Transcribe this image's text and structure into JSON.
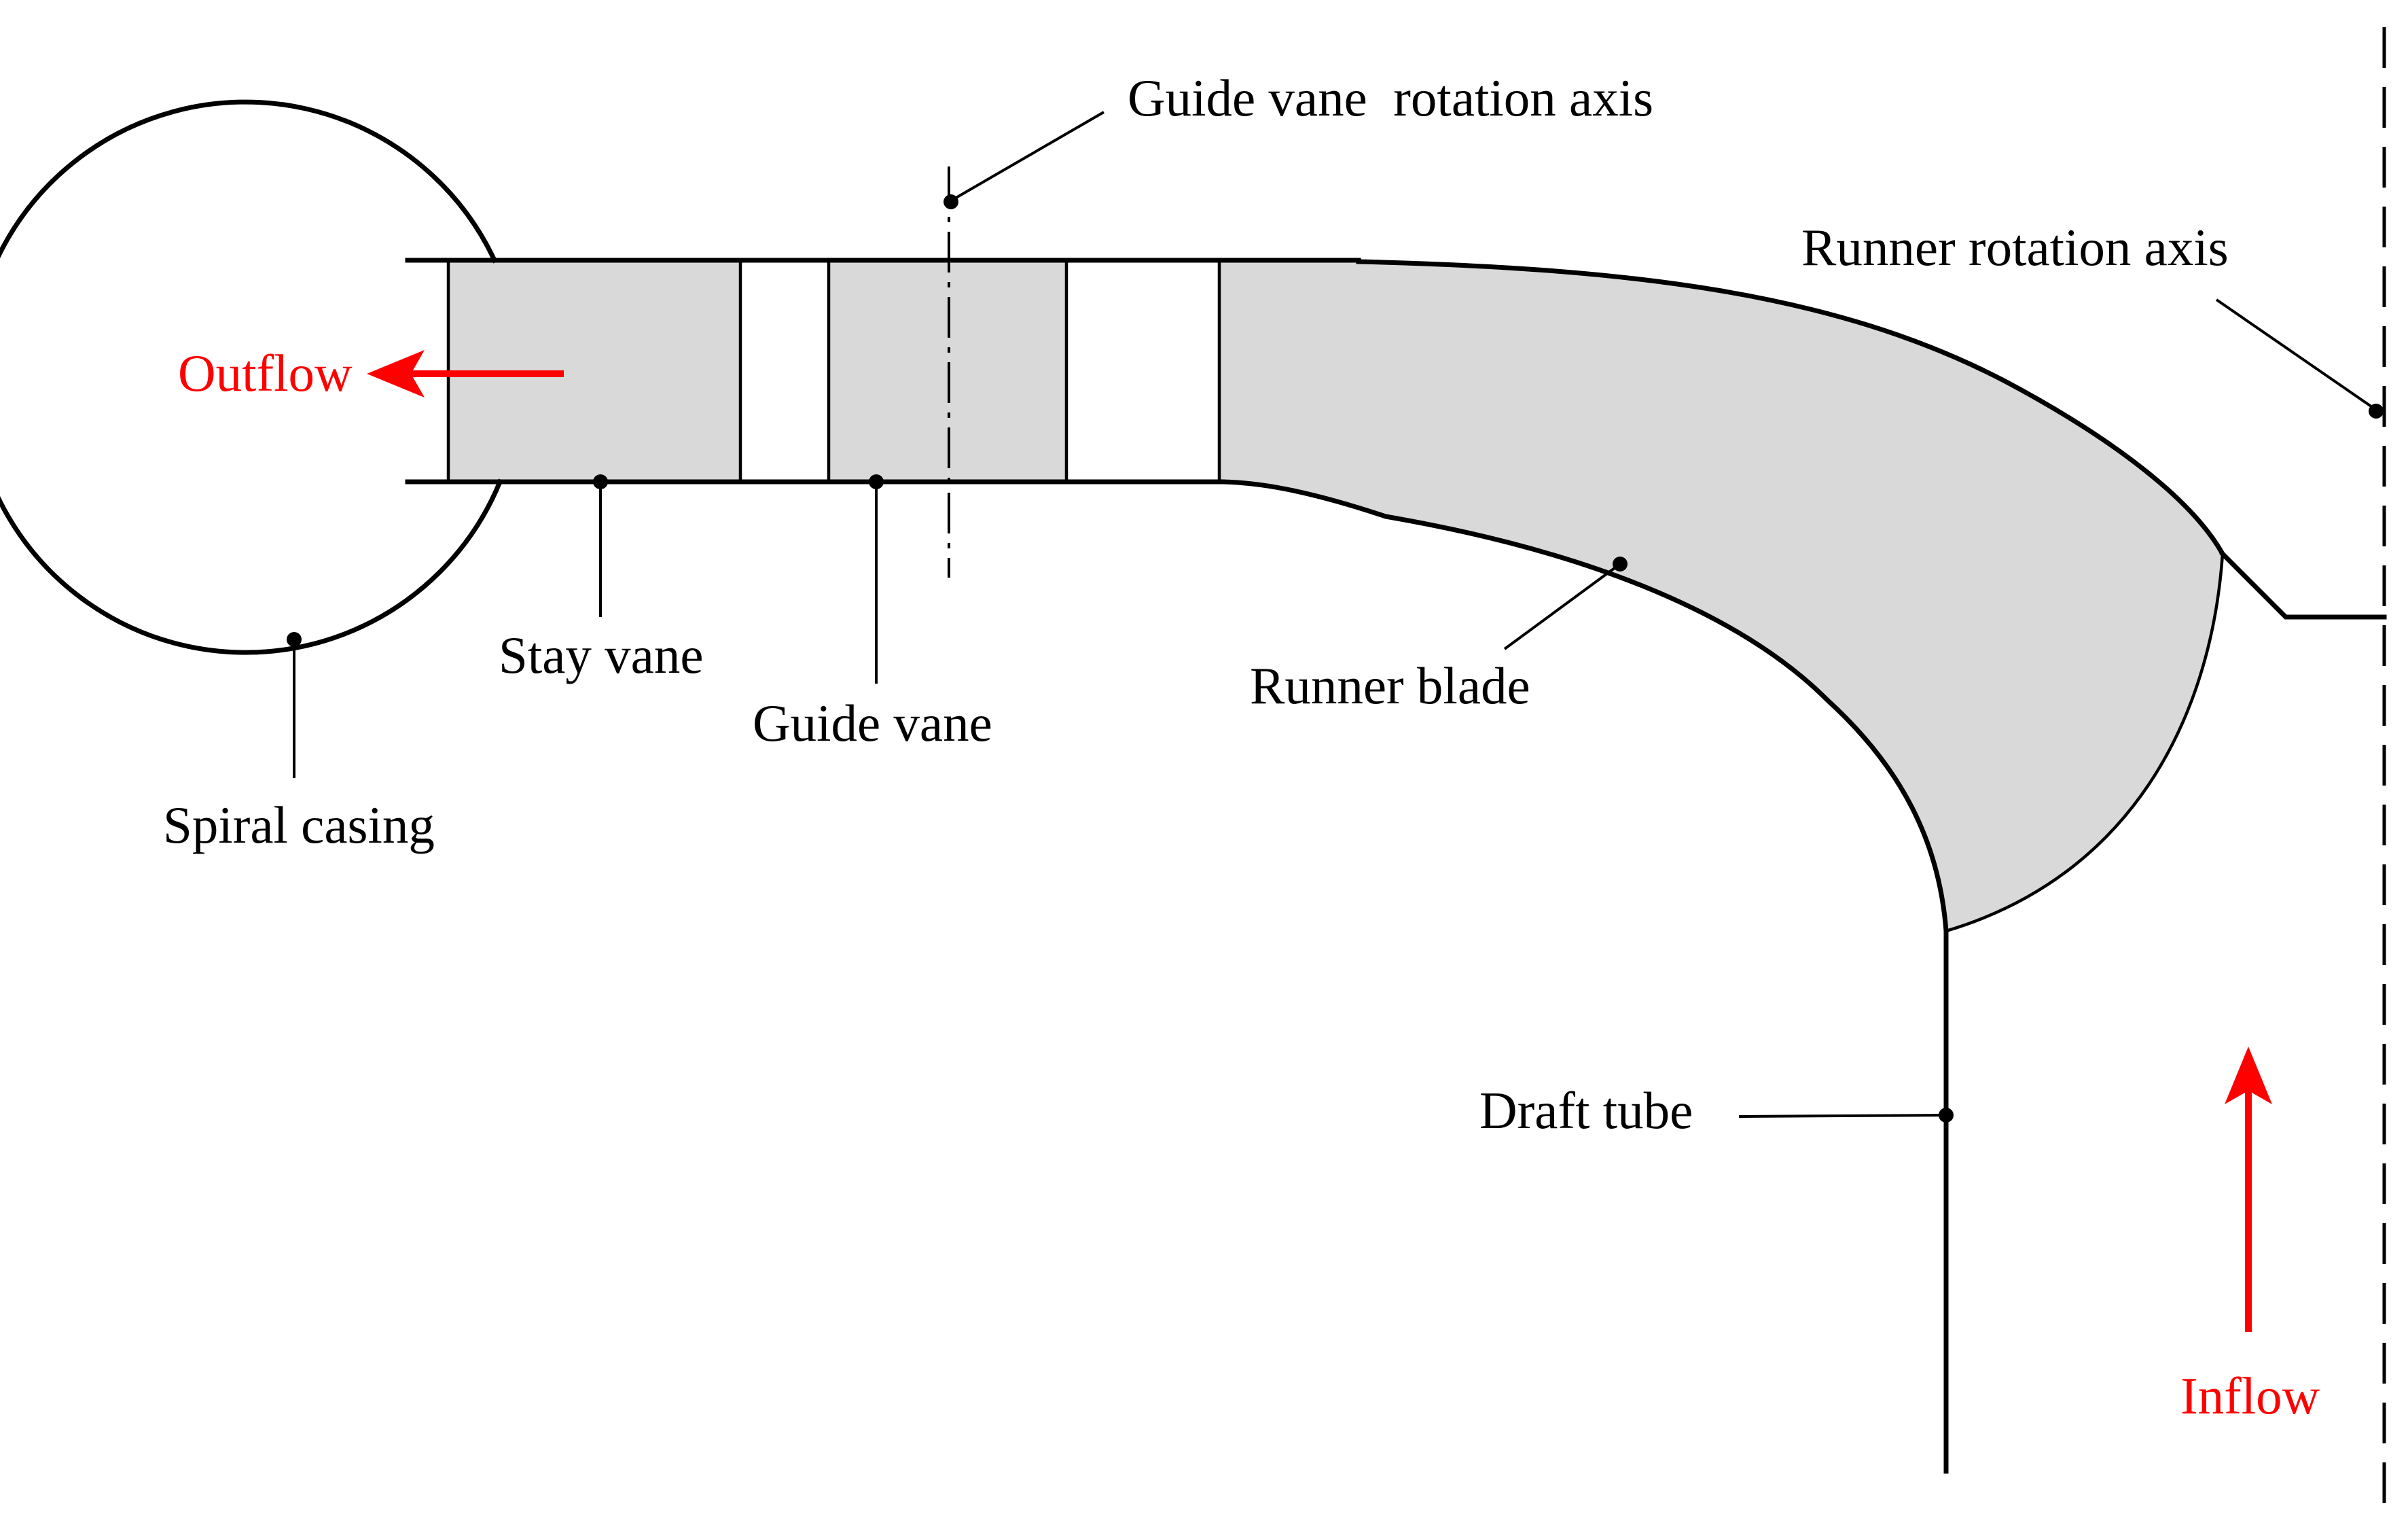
{
  "labels": {
    "guide_vane_axis": "Guide vane  rotation axis",
    "runner_axis": "Runner rotation axis",
    "outflow": "Outflow",
    "stay_vane": "Stay vane",
    "guide_vane": "Guide vane",
    "runner_blade": "Runner blade",
    "spiral_casing": "Spiral casing",
    "draft_tube": "Draft tube",
    "inflow": "Inflow"
  },
  "colors": {
    "line": "#000000",
    "fill": "#d9d9d9",
    "flow_arrow": "#ff0000",
    "background": "#ffffff"
  }
}
